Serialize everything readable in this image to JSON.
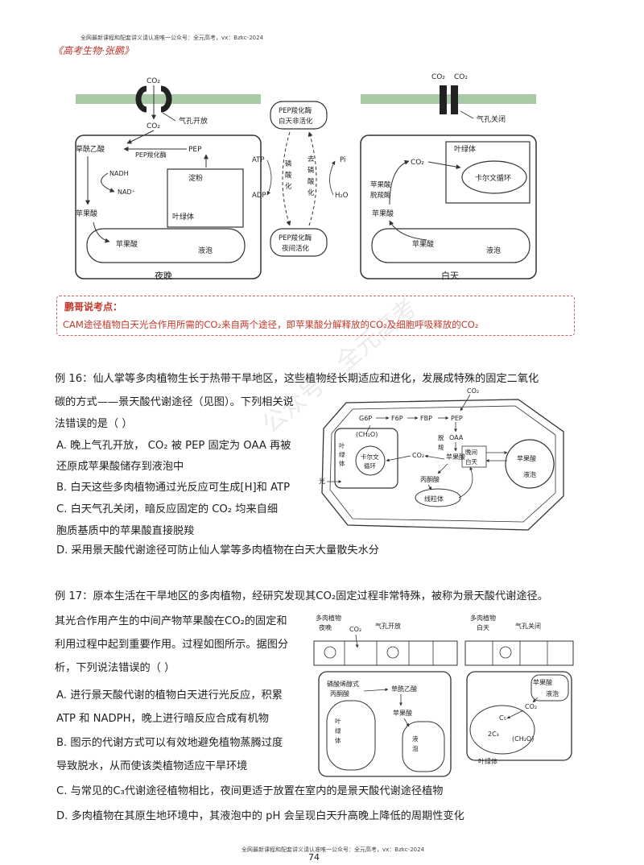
{
  "header": {
    "top_line": "全网最新课程和配套讲义请认准唯一公众号：全元高考，vx：Bzkc-2024",
    "brand": "《高考生物·张鹏》"
  },
  "top_figure": {
    "night": {
      "co2_top": "CO₂",
      "co2_bottom": "CO₂",
      "stomata": "气孔开放",
      "oaa": "草酰乙酸",
      "pepcase": "PEP羧化酶",
      "pep": "PEP",
      "nadh": "NADH",
      "nad": "NAD⁺",
      "starch": "淀粉",
      "chloroplast": "叶绿体",
      "malate": "苹果酸",
      "malate2": "苹果酸",
      "vacuole": "液泡",
      "caption": "夜晚"
    },
    "middle": {
      "top_box_line1": "PEP羧化酶",
      "top_box_line2": "白天非活化",
      "bottom_box_line1": "PEP羧化酶",
      "bottom_box_line2": "夜间活化",
      "atp": "ATP",
      "adp": "ADP",
      "pi": "Pi",
      "h2o": "H₂O",
      "left_arrow": [
        "磷",
        "酸",
        "化"
      ],
      "right_arrow": [
        "去",
        "磷",
        "酸",
        "化"
      ]
    },
    "day": {
      "co2_a": "CO₂",
      "co2_b": "CO₂",
      "stomata": "气孔关闭",
      "chloroplast": "叶绿体",
      "co2_inner": "CO₂",
      "calvin": "卡尔文循环",
      "enzyme": [
        "苹果酸",
        "脱羧酶"
      ],
      "malate": "苹果酸",
      "malate2": "苹果酸",
      "vacuole": "液泡",
      "caption": "白天"
    }
  },
  "note": {
    "title": "鹏哥说考点：",
    "body": "CAM途径植物白天光合作用所需的CO₂来自两个途径，即苹果酸分解释放的CO₂及细胞呼吸释放的CO₂"
  },
  "q16": {
    "lines": [
      "例 16：仙人掌等多肉植物生长于热带干旱地区，这些植物经长期适应和进化，发展成特殊的固定二氧化",
      "碳的方式——景天酸代谢途径（见图）。下列相关说",
      "法错误的是（    ）",
      "A.  晚上气孔开放，  CO₂  被 PEP 固定为 OAA 再被",
      "还原成苹果酸储存到液泡中",
      "B.  白天这些多肉植物通过光反应可生成[H]和 ATP",
      "C.  白天气孔关闭，暗反应固定的  CO₂  均来自细",
      "胞质基质中的苹果酸直接脱羧",
      "D.  采用景天酸代谢途径可防止仙人掌等多肉植物在白天大量散失水分"
    ],
    "figure": {
      "co2_top": "CO₂",
      "g6p": "G6P",
      "f6p": "F6P",
      "fbp": "FBP",
      "pep": "PEP",
      "ch2o": "(CH₂O)",
      "chloroplast": [
        "叶",
        "绿",
        "体"
      ],
      "calvin": [
        "卡尔文",
        "循环"
      ],
      "co2_mid": "CO₂",
      "decarb": [
        "脱",
        "羧"
      ],
      "oaa": "OAA",
      "malate": "苹果酸",
      "night": "晚间",
      "day": "白天",
      "malate_v": "苹果酸",
      "vacuole": "液泡",
      "pyruvate": "丙酮酸",
      "mito": "线粒体",
      "light": "光"
    }
  },
  "watermark": "公众号：全元高考",
  "q17": {
    "lines": [
      "例 17：原本生活在干旱地区的多肉植物，经研究发现其CO₂固定过程非常特殊，被称为景天酸代谢途径。",
      "其光合作用产生的中间产物苹果酸在CO₂的固定和",
      "利用过程中起到重要作用。过程如图所示。据图分",
      "析，下列说法错误的（    ）",
      "A.   进行景天酸代谢的植物白天进行光反应，积累",
      "ATP 和 NADPH，晚上进行暗反应合成有机物",
      "B.   图示的代谢方式可以有效地避免植物蒸腾过度",
      "导致脱水，从而使该类植物适应干旱环境",
      "C.  与常见的C₃代谢途径植物相比，夜间更适于放置在室内的是景天酸代谢途径植物",
      "D.  多肉植物在其原生地环境中，其液泡中的 pH 会呈现白天升高晚上降低的周期性变化"
    ],
    "figure": {
      "left_title": [
        "多肉植物",
        "夜晚"
      ],
      "left_co2": "CO₂",
      "left_stomata": "气孔开放",
      "pep": [
        "磷酸烯醇式",
        "丙酮酸"
      ],
      "oaa": "草酰乙酸",
      "malate": "苹果酸",
      "chloroplast": [
        "叶",
        "绿",
        "体"
      ],
      "vacuole": [
        "液",
        "泡"
      ],
      "right_title": [
        "多肉植物",
        "白天"
      ],
      "right_stomata": "气孔关闭",
      "malate_r": "苹果酸",
      "vacuole_r": "液泡",
      "co2_r": "CO₂",
      "c5": "C₅",
      "c3": "2C₃",
      "ch2o": "(CH₂O)",
      "chloroplast_r": "叶绿体"
    }
  },
  "footer": {
    "line": "全网最新课程和配套讲义请认准唯一公众号：全元高考，vx：Bzkc-2024",
    "page": "74"
  }
}
